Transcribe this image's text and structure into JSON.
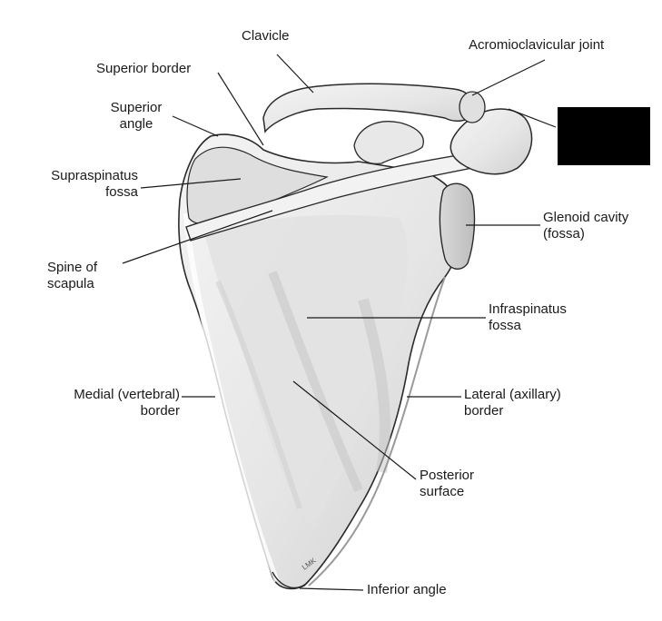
{
  "figure": {
    "labels": {
      "clavicle": [
        "Clavicle"
      ],
      "acromioclavicular_joint": [
        "Acromioclavicular joint"
      ],
      "superior_border": [
        "Superior border"
      ],
      "superior_angle": [
        "Superior",
        "angle"
      ],
      "supraspinatus_fossa": [
        "Supraspinatus",
        "fossa"
      ],
      "glenoid_cavity": [
        "Glenoid cavity",
        "(fossa)"
      ],
      "spine_of_scapula": [
        "Spine of",
        "scapula"
      ],
      "infraspinatus_fossa": [
        "Infraspinatus",
        "fossa"
      ],
      "medial_border": [
        "Medial (vertebral)",
        "border"
      ],
      "lateral_border": [
        "Lateral (axillary)",
        "border"
      ],
      "posterior_surface": [
        "Posterior",
        "surface"
      ],
      "inferior_angle": [
        "Inferior angle"
      ]
    },
    "artist_signature": "LMK",
    "colors": {
      "bone_fill": "#ececec",
      "bone_shade": "#cfcfcf",
      "outline": "#2a2a2a",
      "leader_line": "#1a1a1a",
      "redaction": "#000000"
    }
  }
}
